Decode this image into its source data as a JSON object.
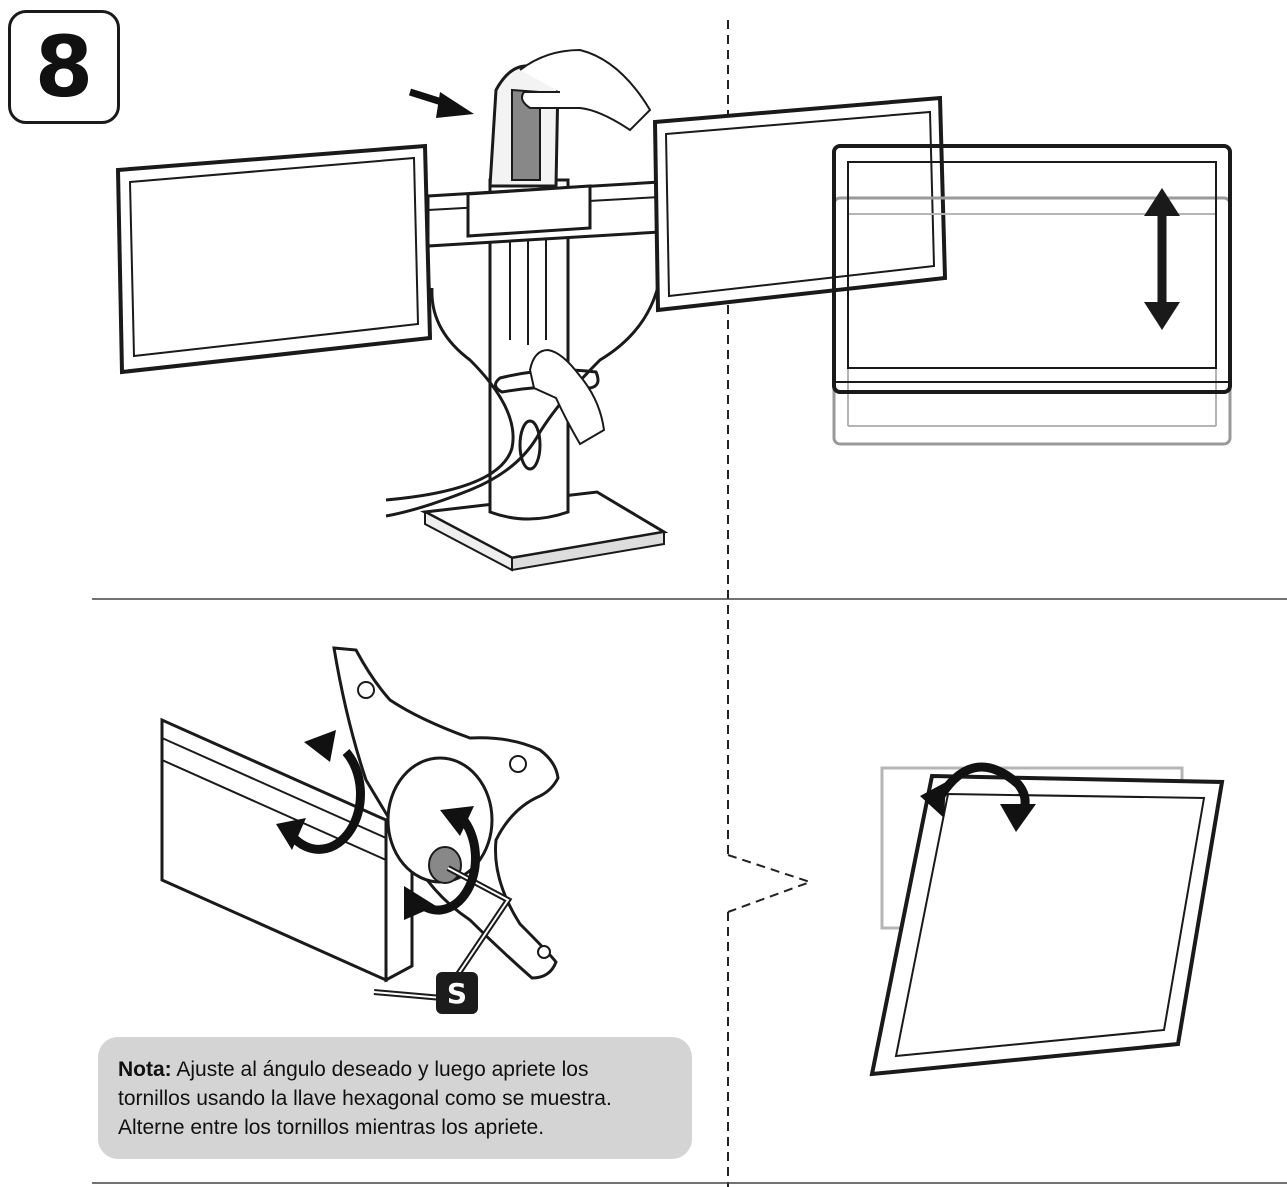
{
  "step": {
    "number": "8"
  },
  "badge": {
    "label": "S"
  },
  "note": {
    "title": "Nota:",
    "lines": [
      " Ajuste al ángulo deseado y luego apriete los",
      "tornillos usando la llave hexagonal como se muestra.",
      "Alterne entre los tornillos mientras los apriete."
    ]
  },
  "colors": {
    "ink": "#1a1a1a",
    "note_bg": "#d4d4d4",
    "ghost": "#9a9a9a"
  },
  "icons": [
    "push-arrow-icon",
    "vertical-adjust-arrow-icon",
    "rotate-ccw-icon",
    "rotate-cw-icon",
    "tilt-arrow-icon"
  ]
}
